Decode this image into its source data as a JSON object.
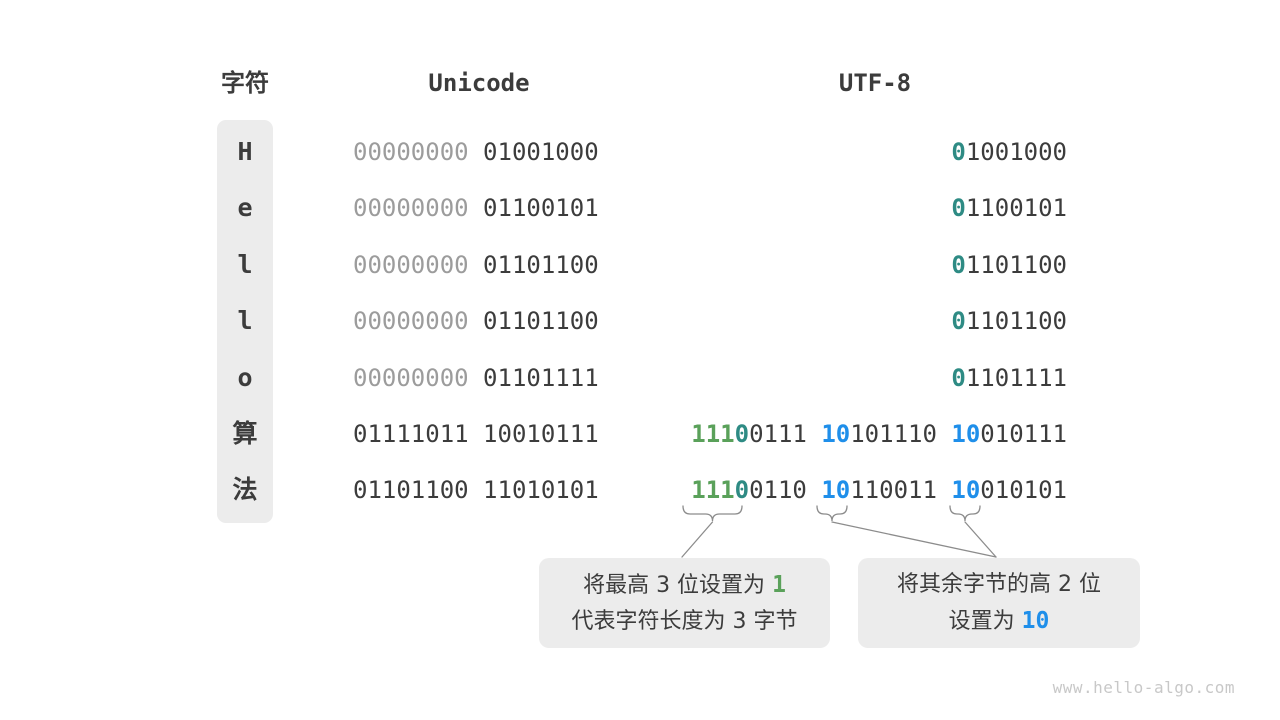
{
  "page": {
    "watermark": "www.hello-algo.com"
  },
  "colors": {
    "dark": "#3c3c3c",
    "gray": "#9c9c9c",
    "green": "#5aa15a",
    "teal": "#2e8b84",
    "blue": "#1f8fea",
    "box_bg": "#ececec",
    "line": "#8c8c8c",
    "watermark": "#c8c8c8"
  },
  "table": {
    "headers": {
      "char": "字符",
      "unicode": "Unicode",
      "utf8": "UTF-8"
    },
    "rows": [
      {
        "char": "H",
        "unicode": [
          [
            "00000000",
            "gray"
          ],
          [
            " ",
            "dark"
          ],
          [
            "01001000",
            "dark"
          ]
        ],
        "utf8": [
          [
            "0",
            "teal"
          ],
          [
            "1001000",
            "dark"
          ]
        ]
      },
      {
        "char": "e",
        "unicode": [
          [
            "00000000",
            "gray"
          ],
          [
            " ",
            "dark"
          ],
          [
            "01100101",
            "dark"
          ]
        ],
        "utf8": [
          [
            "0",
            "teal"
          ],
          [
            "1100101",
            "dark"
          ]
        ]
      },
      {
        "char": "l",
        "unicode": [
          [
            "00000000",
            "gray"
          ],
          [
            " ",
            "dark"
          ],
          [
            "01101100",
            "dark"
          ]
        ],
        "utf8": [
          [
            "0",
            "teal"
          ],
          [
            "1101100",
            "dark"
          ]
        ]
      },
      {
        "char": "l",
        "unicode": [
          [
            "00000000",
            "gray"
          ],
          [
            " ",
            "dark"
          ],
          [
            "01101100",
            "dark"
          ]
        ],
        "utf8": [
          [
            "0",
            "teal"
          ],
          [
            "1101100",
            "dark"
          ]
        ]
      },
      {
        "char": "o",
        "unicode": [
          [
            "00000000",
            "gray"
          ],
          [
            " ",
            "dark"
          ],
          [
            "01101111",
            "dark"
          ]
        ],
        "utf8": [
          [
            "0",
            "teal"
          ],
          [
            "1101111",
            "dark"
          ]
        ]
      },
      {
        "char": "算",
        "unicode": [
          [
            "01111011 10010111",
            "dark"
          ]
        ],
        "utf8": [
          [
            "111",
            "green"
          ],
          [
            "0",
            "teal"
          ],
          [
            "0111",
            "dark"
          ],
          [
            " ",
            "dark"
          ],
          [
            "10",
            "blue"
          ],
          [
            "101110",
            "dark"
          ],
          [
            " ",
            "dark"
          ],
          [
            "10",
            "blue"
          ],
          [
            "010111",
            "dark"
          ]
        ]
      },
      {
        "char": "法",
        "unicode": [
          [
            "01101100 11010101",
            "dark"
          ]
        ],
        "utf8": [
          [
            "111",
            "green"
          ],
          [
            "0",
            "teal"
          ],
          [
            "0110",
            "dark"
          ],
          [
            " ",
            "dark"
          ],
          [
            "10",
            "blue"
          ],
          [
            "110011",
            "dark"
          ],
          [
            " ",
            "dark"
          ],
          [
            "10",
            "blue"
          ],
          [
            "010101",
            "dark"
          ]
        ]
      }
    ]
  },
  "callouts": {
    "left": {
      "lines": [
        [
          [
            "将最高 3 位设置为 ",
            "plain"
          ],
          [
            "1",
            "green"
          ]
        ],
        [
          [
            "代表字符长度为 3 字节",
            "plain"
          ]
        ]
      ]
    },
    "right": {
      "lines": [
        [
          [
            "将其余字节的高 2 位",
            "plain"
          ]
        ],
        [
          [
            "设置为 ",
            "plain"
          ],
          [
            "10",
            "blue"
          ]
        ]
      ]
    }
  }
}
